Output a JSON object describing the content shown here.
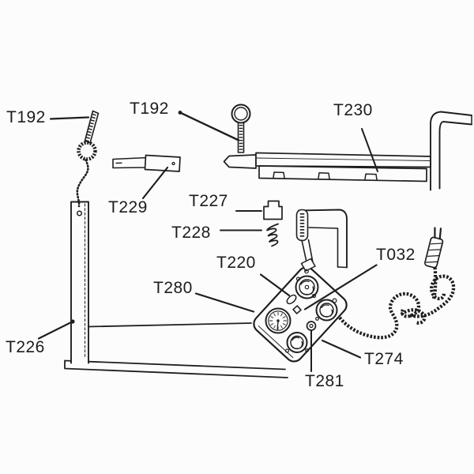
{
  "page": {
    "kind": "scanned-parts-diagram",
    "background": "#fcfcfc",
    "ink": "#1f1f1f"
  },
  "labels": {
    "t192_left": "T192",
    "t192_top": "T192",
    "t230": "T230",
    "t229": "T229",
    "t227": "T227",
    "t228": "T228",
    "t220": "T220",
    "t032": "T032",
    "t280": "T280",
    "t226": "T226",
    "t274": "T274",
    "t281": "T281"
  },
  "parts": [
    {
      "label": "T192",
      "part": "hitch-pin-ring-chain"
    },
    {
      "label": "T192",
      "part": "ring-pin"
    },
    {
      "label": "T230",
      "part": "spit-rod-with-handle"
    },
    {
      "label": "T229",
      "part": "rod-coupling"
    },
    {
      "label": "T227",
      "part": "plug-block"
    },
    {
      "label": "T228",
      "part": "spring"
    },
    {
      "label": "T220",
      "part": "control-knob"
    },
    {
      "label": "T032",
      "part": "switch"
    },
    {
      "label": "T280",
      "part": "timer-dial"
    },
    {
      "label": "T226",
      "part": "support-bracket-frame"
    },
    {
      "label": "T274",
      "part": "motor-housing"
    },
    {
      "label": "T281",
      "part": "screw"
    }
  ]
}
